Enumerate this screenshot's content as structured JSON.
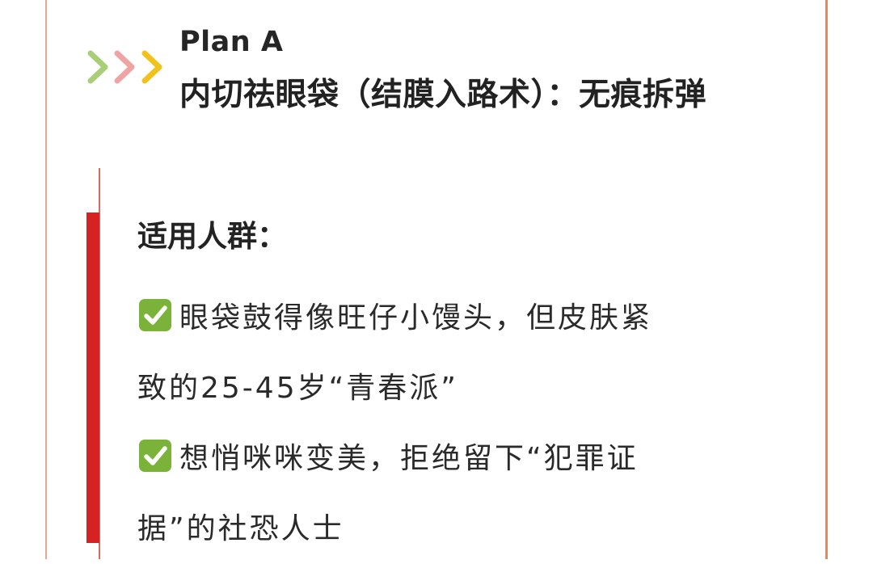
{
  "header": {
    "plan_label": "Plan A",
    "plan_title": "内切祛眼袋（结膜入路术）：无痕拆弹",
    "icon": "triple-chevron-right-icon"
  },
  "section": {
    "heading": "适用人群：",
    "bullet_icon": "check-box-icon",
    "bullets": [
      {
        "line1": "眼袋鼓得像旺仔小馒头，但皮肤紧",
        "line2": "致的25-45岁“青春派”"
      },
      {
        "line1": "想悄咪咪变美，拒绝留下“犯罪证",
        "line2": "据”的社恐人士"
      }
    ]
  },
  "colors": {
    "frame_line": "#e28a66",
    "accent_bar": "#d62222",
    "chevron_green": "#a8cf78",
    "chevron_pink": "#f0a3a3",
    "chevron_yellow": "#f1c21b",
    "check_green": "#7bb33a"
  }
}
